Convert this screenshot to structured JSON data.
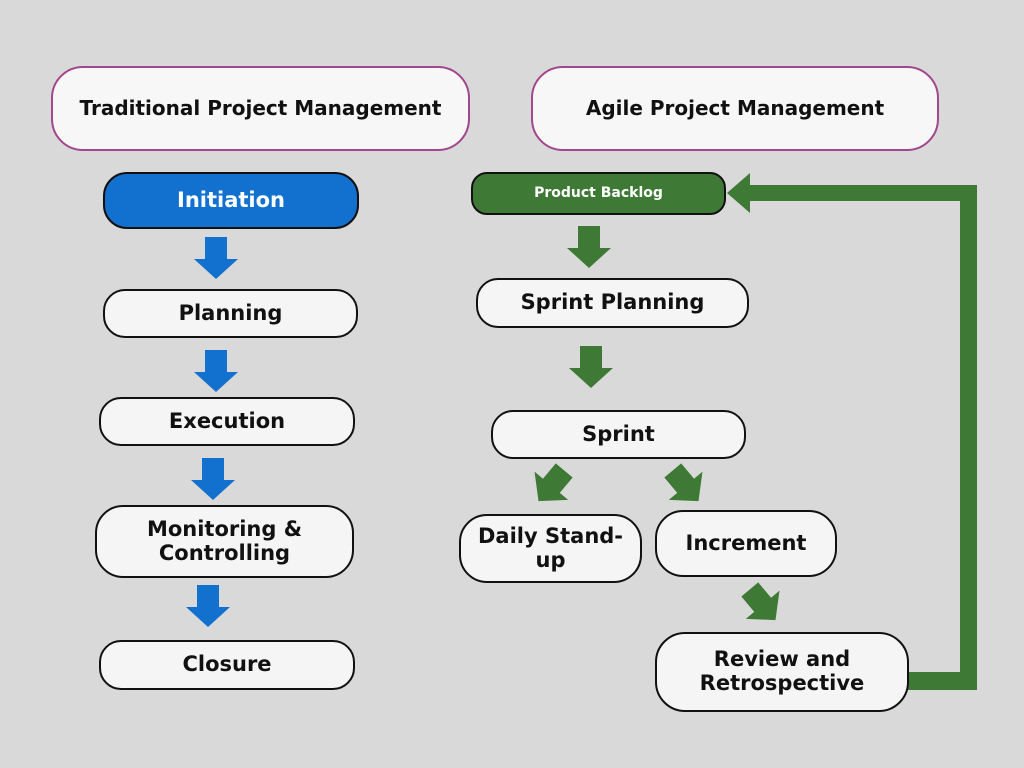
{
  "traditional": {
    "header": "Traditional Project Management",
    "steps": [
      "Initiation",
      "Planning",
      "Execution",
      "Monitoring & Controlling",
      "Closure"
    ]
  },
  "agile": {
    "header": "Agile Project Management",
    "backlog": "Product Backlog",
    "sprint_planning": "Sprint Planning",
    "sprint": "Sprint",
    "daily_standup": "Daily Stand-up",
    "increment": "Increment",
    "review": "Review and Retrospective"
  },
  "colors": {
    "blue": "#1271cf",
    "green": "#3e7a35",
    "header_border": "#a0478d",
    "background": "#d9d9d9"
  }
}
